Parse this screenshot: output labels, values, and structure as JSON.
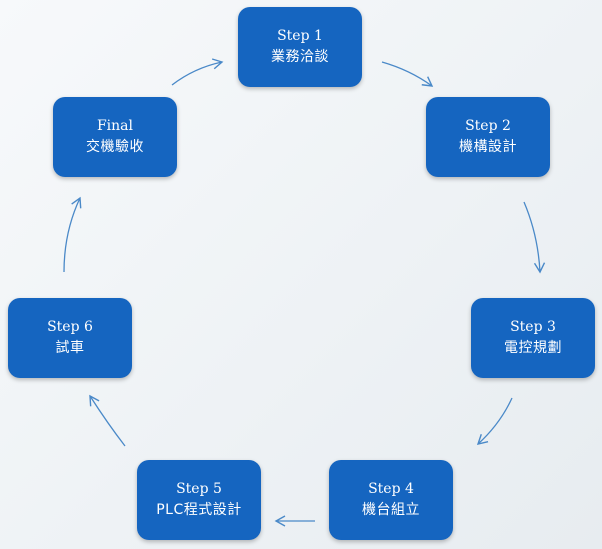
{
  "nodes": [
    {
      "id": "step1",
      "title": "Step 1",
      "subtitle": "業務洽談"
    },
    {
      "id": "step2",
      "title": "Step 2",
      "subtitle": "機構設計"
    },
    {
      "id": "step3",
      "title": "Step 3",
      "subtitle": "電控規劃"
    },
    {
      "id": "step4",
      "title": "Step 4",
      "subtitle": "機台組立"
    },
    {
      "id": "step5",
      "title": "Step 5",
      "subtitle": "PLC程式設計"
    },
    {
      "id": "step6",
      "title": "Step 6",
      "subtitle": "試車"
    },
    {
      "id": "final",
      "title": "Final",
      "subtitle": "交機驗收"
    }
  ],
  "colors": {
    "node_fill": "#1565c0",
    "arrow": "#4a89c8",
    "text": "#ffffff"
  }
}
